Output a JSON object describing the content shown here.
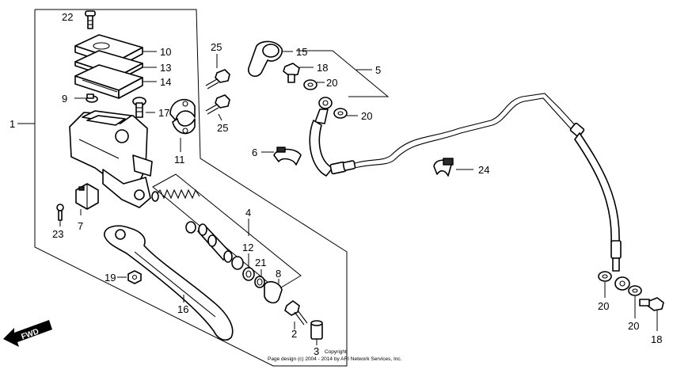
{
  "callouts": [
    {
      "id": "c1",
      "label": "1"
    },
    {
      "id": "c2",
      "label": "2"
    },
    {
      "id": "c3",
      "label": "3"
    },
    {
      "id": "c4",
      "label": "4"
    },
    {
      "id": "c5",
      "label": "5"
    },
    {
      "id": "c6",
      "label": "6"
    },
    {
      "id": "c7",
      "label": "7"
    },
    {
      "id": "c8",
      "label": "8"
    },
    {
      "id": "c9",
      "label": "9"
    },
    {
      "id": "c10",
      "label": "10"
    },
    {
      "id": "c11",
      "label": "11"
    },
    {
      "id": "c12",
      "label": "12"
    },
    {
      "id": "c13",
      "label": "13"
    },
    {
      "id": "c14",
      "label": "14"
    },
    {
      "id": "c15",
      "label": "15"
    },
    {
      "id": "c16",
      "label": "16"
    },
    {
      "id": "c17",
      "label": "17"
    },
    {
      "id": "c18a",
      "label": "18"
    },
    {
      "id": "c18b",
      "label": "18"
    },
    {
      "id": "c19",
      "label": "19"
    },
    {
      "id": "c20a",
      "label": "20"
    },
    {
      "id": "c20b",
      "label": "20"
    },
    {
      "id": "c20c",
      "label": "20"
    },
    {
      "id": "c20d",
      "label": "20"
    },
    {
      "id": "c21",
      "label": "21"
    },
    {
      "id": "c22",
      "label": "22"
    },
    {
      "id": "c23",
      "label": "23"
    },
    {
      "id": "c24",
      "label": "24"
    },
    {
      "id": "c25a",
      "label": "25"
    },
    {
      "id": "c25b",
      "label": "25"
    }
  ],
  "fwd_label": "FWD",
  "copyright": {
    "line1": "Copyright",
    "line2": "Page design (c) 2004 - 2014 by ARI Network Services, Inc."
  }
}
